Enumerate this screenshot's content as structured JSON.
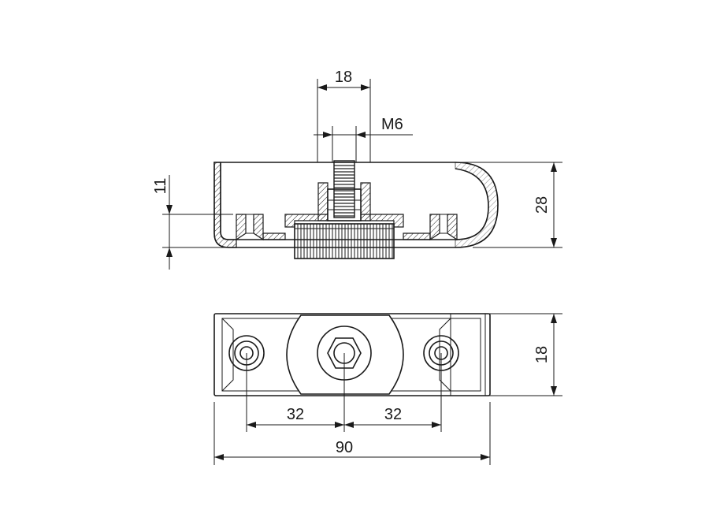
{
  "drawing": {
    "dimensions": {
      "stud_width": "18",
      "thread": "M6",
      "height_11": "11",
      "height_28": "28",
      "width_18": "18",
      "spacing_left": "32",
      "spacing_right": "32",
      "length_total": "90"
    }
  }
}
